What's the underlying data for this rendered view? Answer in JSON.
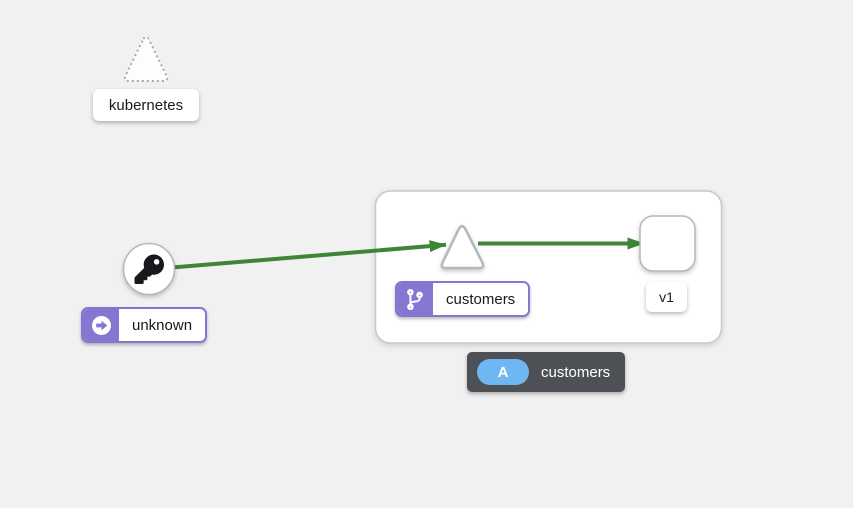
{
  "canvas": {
    "background": "#f1f1f2",
    "edge_color": "#3e8635",
    "badge_purple": "#8476d1",
    "tooltip_bg": "#4d5156",
    "tooltip_badge_blue": "#6fb7f2",
    "node_fill": "#ffffff",
    "node_border": "#b5b7b9"
  },
  "nodes": {
    "kubernetes": {
      "label": "kubernetes",
      "shape": "dashed-triangle"
    },
    "unknown": {
      "label": "unknown",
      "shape": "circle",
      "node_icon": "key-icon",
      "label_icon": "arrow-circle-right-icon"
    },
    "customers_app": {
      "label": "customers",
      "shape": "triangle",
      "label_icon": "code-branch-icon"
    },
    "customers_v1": {
      "label": "v1",
      "shape": "rounded-square"
    }
  },
  "tooltip": {
    "badge": "A",
    "label": "customers"
  }
}
